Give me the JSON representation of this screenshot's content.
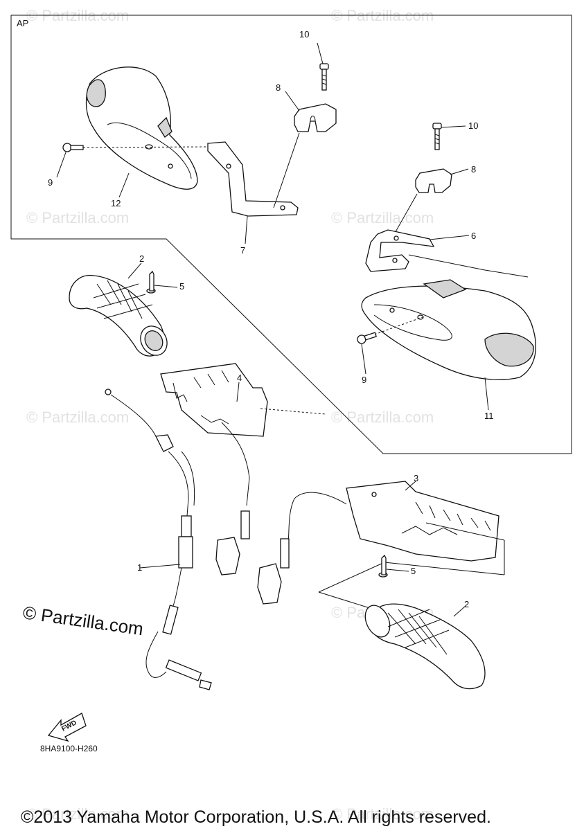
{
  "diagram": {
    "inset_label": "AP",
    "callouts": {
      "c1": "1",
      "c2a": "2",
      "c2b": "2",
      "c3": "3",
      "c4": "4",
      "c5a": "5",
      "c5b": "5",
      "c6": "6",
      "c7": "7",
      "c8a": "8",
      "c8b": "8",
      "c9a": "9",
      "c9b": "9",
      "c10a": "10",
      "c10b": "10",
      "c11": "11",
      "c12": "12"
    },
    "fwd_label": "FWD",
    "diagram_code": "8HA9100-H260"
  },
  "watermark": {
    "small": "© Partzilla.com",
    "large": "© Partzilla.com"
  },
  "copyright": "©2013 Yamaha Motor Corporation, U.S.A. All rights reserved."
}
